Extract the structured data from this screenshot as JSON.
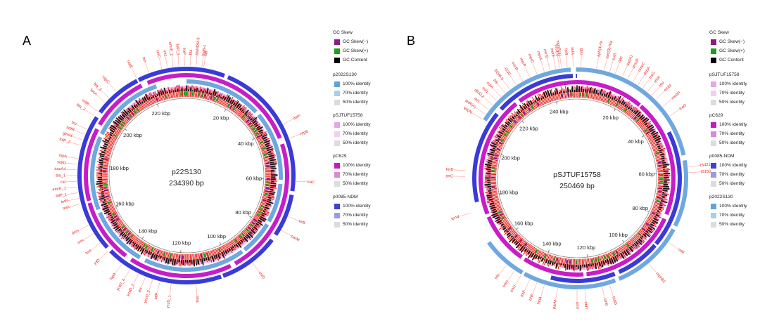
{
  "panels": [
    {
      "letter": "A",
      "center_name": "p22S130",
      "center_size": "234390 bp",
      "total_bp": 234390,
      "tick_labels": [
        "20 kbp",
        "40 kbp",
        "60 kbp",
        "80 kbp",
        "100 kbp",
        "120 kbp",
        "140 kbp",
        "160 kbp",
        "180 kbp",
        "200 kbp",
        "220 kbp"
      ],
      "ring_colors": [
        "#f0b8f0",
        "#6ea8df",
        "#c81cc8",
        "#3a3ad8"
      ],
      "legend": {
        "gc_title": "GC Skew",
        "gc_items": [
          {
            "label": "GC Skew(−)",
            "color": "#8b1a8b"
          },
          {
            "label": "GC Skew(+)",
            "color": "#1aa01a"
          },
          {
            "label": "GC Content",
            "color": "#000000"
          }
        ],
        "rings": [
          {
            "name": "p2022S130",
            "items": [
              {
                "label": "100% identity",
                "color": "#5fa3de"
              },
              {
                "label": "70% identity",
                "color": "#a9cdee"
              },
              {
                "label": "50% identity",
                "color": "#dcdcdc"
              }
            ]
          },
          {
            "name": "pSJTUF15758",
            "items": [
              {
                "label": "100% identity",
                "color": "#e7a6e7"
              },
              {
                "label": "70% identity",
                "color": "#f1cff1"
              },
              {
                "label": "50% identity",
                "color": "#dcdcdc"
              }
            ]
          },
          {
            "name": "pC629",
            "items": [
              {
                "label": "100% identity",
                "color": "#c11bc1"
              },
              {
                "label": "70% identity",
                "color": "#d98ad9"
              },
              {
                "label": "50% identity",
                "color": "#dcdcdc"
              }
            ]
          },
          {
            "name": "p0085-NDM",
            "items": [
              {
                "label": "100% identity",
                "color": "#3f3fd9"
              },
              {
                "label": "70% identity",
                "color": "#9a9aea"
              },
              {
                "label": "50% identity",
                "color": "#dcdcdc"
              }
            ]
          }
        ]
      },
      "gene_labels": [
        {
          "text": "higB-1",
          "angle": 8
        },
        {
          "text": "dam",
          "angle": 62
        },
        {
          "text": "repB",
          "angle": 70
        },
        {
          "text": "traC",
          "angle": 93
        },
        {
          "text": "virB",
          "angle": 112
        },
        {
          "text": "parM",
          "angle": 120
        },
        {
          "text": "vsrD",
          "angle": 143
        },
        {
          "text": "hha",
          "angle": 175
        },
        {
          "text": "ycsD_1",
          "angle": 188
        },
        {
          "text": "atlP",
          "angle": 194
        },
        {
          "text": "ycsD_3",
          "angle": 198
        },
        {
          "text": "aix",
          "angle": 202
        },
        {
          "text": "ycsD_2",
          "angle": 206
        },
        {
          "text": "ycsD_4",
          "angle": 211
        },
        {
          "text": "hipA",
          "angle": 216
        },
        {
          "text": "ydD",
          "angle": 226
        },
        {
          "text": "hns",
          "angle": 232
        },
        {
          "text": "smc",
          "angle": 238
        },
        {
          "text": "dcm",
          "angle": 243
        },
        {
          "text": "tetA",
          "angle": 255
        },
        {
          "text": "tetR",
          "angle": 258
        },
        {
          "text": "folP_1",
          "angle": 261
        },
        {
          "text": "emrE_1",
          "angle": 264
        },
        {
          "text": "cat",
          "angle": 267
        },
        {
          "text": "bla_1",
          "angle": 270
        },
        {
          "text": "aacA4",
          "angle": 273
        },
        {
          "text": "yokD",
          "angle": 276
        },
        {
          "text": "hipA",
          "angle": 279
        },
        {
          "text": "folP_2",
          "angle": 286
        },
        {
          "text": "glmM",
          "angle": 289
        },
        {
          "text": "hdfR",
          "angle": 292
        },
        {
          "text": "bcr",
          "angle": 295
        },
        {
          "text": "bla_2",
          "angle": 303
        },
        {
          "text": "mltB",
          "angle": 306
        },
        {
          "text": "fosA",
          "angle": 312
        },
        {
          "text": "bla_3",
          "angle": 315
        },
        {
          "text": "vapC",
          "angle": 320
        },
        {
          "text": "repE",
          "angle": 333
        },
        {
          "text": "hin",
          "angle": 340
        },
        {
          "text": "xerC",
          "angle": 347
        },
        {
          "text": "int1",
          "angle": 350
        },
        {
          "text": "emrE_2",
          "angle": 353
        },
        {
          "text": "folP_3",
          "angle": 356
        },
        {
          "text": "traP",
          "angle": 359
        },
        {
          "text": "bla",
          "angle": 2
        },
        {
          "text": "blaNDM-9",
          "angle": 5
        },
        {
          "text": "tap",
          "angle": 9
        }
      ]
    },
    {
      "letter": "B",
      "center_name": "pSJTUF15758",
      "center_size": "250469 bp",
      "total_bp": 250469,
      "tick_labels": [
        "20 kbp",
        "40 kbp",
        "60 kbp",
        "80 kbp",
        "100 kbp",
        "120 kbp",
        "140 kbp",
        "160 kbp",
        "180 kbp",
        "200 kbp",
        "220 kbp",
        "240 kbp"
      ],
      "ring_colors": [
        "#f0b8f0",
        "#c81cc8",
        "#3a3ad8",
        "#6ea8df"
      ],
      "legend": {
        "gc_title": "GC Skew",
        "gc_items": [
          {
            "label": "GC Skew(−)",
            "color": "#8b1a8b"
          },
          {
            "label": "GC Skew(+)",
            "color": "#1aa01a"
          },
          {
            "label": "GC Content",
            "color": "#000000"
          }
        ],
        "rings": [
          {
            "name": "pSJTUF15758",
            "items": [
              {
                "label": "100% identity",
                "color": "#e7a6e7"
              },
              {
                "label": "70% identity",
                "color": "#f1cff1"
              },
              {
                "label": "50% identity",
                "color": "#dcdcdc"
              }
            ]
          },
          {
            "name": "pC629",
            "items": [
              {
                "label": "100% identity",
                "color": "#c11bc1"
              },
              {
                "label": "70% identity",
                "color": "#d98ad9"
              },
              {
                "label": "50% identity",
                "color": "#dcdcdc"
              }
            ]
          },
          {
            "name": "p0085-NDM",
            "items": [
              {
                "label": "100% identity",
                "color": "#3f3fd9"
              },
              {
                "label": "70% identity",
                "color": "#9a9aea"
              },
              {
                "label": "50% identity",
                "color": "#dcdcdc"
              }
            ]
          },
          {
            "name": "p2022S130",
            "items": [
              {
                "label": "100% identity",
                "color": "#5fa3de"
              },
              {
                "label": "70% identity",
                "color": "#a9cdee"
              },
              {
                "label": "50% identity",
                "color": "#dcdcdc"
              }
            ]
          }
        ]
      },
      "gene_labels": [
        {
          "text": "mphR(A)",
          "angle": 352
        },
        {
          "text": "fsiR",
          "angle": 355
        },
        {
          "text": "sulA",
          "angle": 358
        },
        {
          "text": "rstB",
          "angle": 2
        },
        {
          "text": "aph(4)-Ia",
          "angle": 10
        },
        {
          "text": "aac(3)-IVa",
          "angle": 14
        },
        {
          "text": "sul3",
          "angle": 17
        },
        {
          "text": "qac",
          "angle": 20
        },
        {
          "text": "aadA1",
          "angle": 24
        },
        {
          "text": "umuD",
          "angle": 27
        },
        {
          "text": "umuC",
          "angle": 30
        },
        {
          "text": "dsbA",
          "angle": 33
        },
        {
          "text": "traG",
          "angle": 36
        },
        {
          "text": "trhH",
          "angle": 39
        },
        {
          "text": "trhI",
          "angle": 42
        },
        {
          "text": "mobI",
          "angle": 45
        },
        {
          "text": "mobH",
          "angle": 50
        },
        {
          "text": "traO",
          "angle": 56
        },
        {
          "text": "IS421",
          "angle": 84
        },
        {
          "text": "IS150",
          "angle": 87
        },
        {
          "text": "relE",
          "angle": 125
        },
        {
          "text": "mphB2",
          "angle": 140
        },
        {
          "text": "htdO",
          "angle": 163
        },
        {
          "text": "trhB",
          "angle": 167
        },
        {
          "text": "htdT",
          "angle": 176
        },
        {
          "text": "trhV",
          "angle": 180
        },
        {
          "text": "parM",
          "angle": 190
        },
        {
          "text": "htdA",
          "angle": 197
        },
        {
          "text": "trhP",
          "angle": 201
        },
        {
          "text": "trhF",
          "angle": 205
        },
        {
          "text": "trhU",
          "angle": 210
        },
        {
          "text": "trhN",
          "angle": 214
        },
        {
          "text": "trhI",
          "angle": 219
        },
        {
          "text": "terW",
          "angle": 252
        },
        {
          "text": "terC",
          "angle": 271
        },
        {
          "text": "terD",
          "angle": 274
        },
        {
          "text": "tet(A)",
          "angle": 302
        },
        {
          "text": "tetR(A)",
          "angle": 305
        },
        {
          "text": "int1",
          "angle": 308
        },
        {
          "text": "dfrA12",
          "angle": 311
        },
        {
          "text": "sul1",
          "angle": 314
        },
        {
          "text": "cutA",
          "angle": 317
        },
        {
          "text": "ble",
          "angle": 320
        },
        {
          "text": "NDM-9",
          "angle": 323
        },
        {
          "text": "IS30",
          "angle": 327
        },
        {
          "text": "merR",
          "angle": 331
        },
        {
          "text": "merP",
          "angle": 335
        },
        {
          "text": "merC",
          "angle": 339
        },
        {
          "text": "merA",
          "angle": 343
        },
        {
          "text": "merD",
          "angle": 346
        },
        {
          "text": "merE",
          "angle": 349
        },
        {
          "text": "mrx(A)",
          "angle": 351
        }
      ]
    }
  ]
}
